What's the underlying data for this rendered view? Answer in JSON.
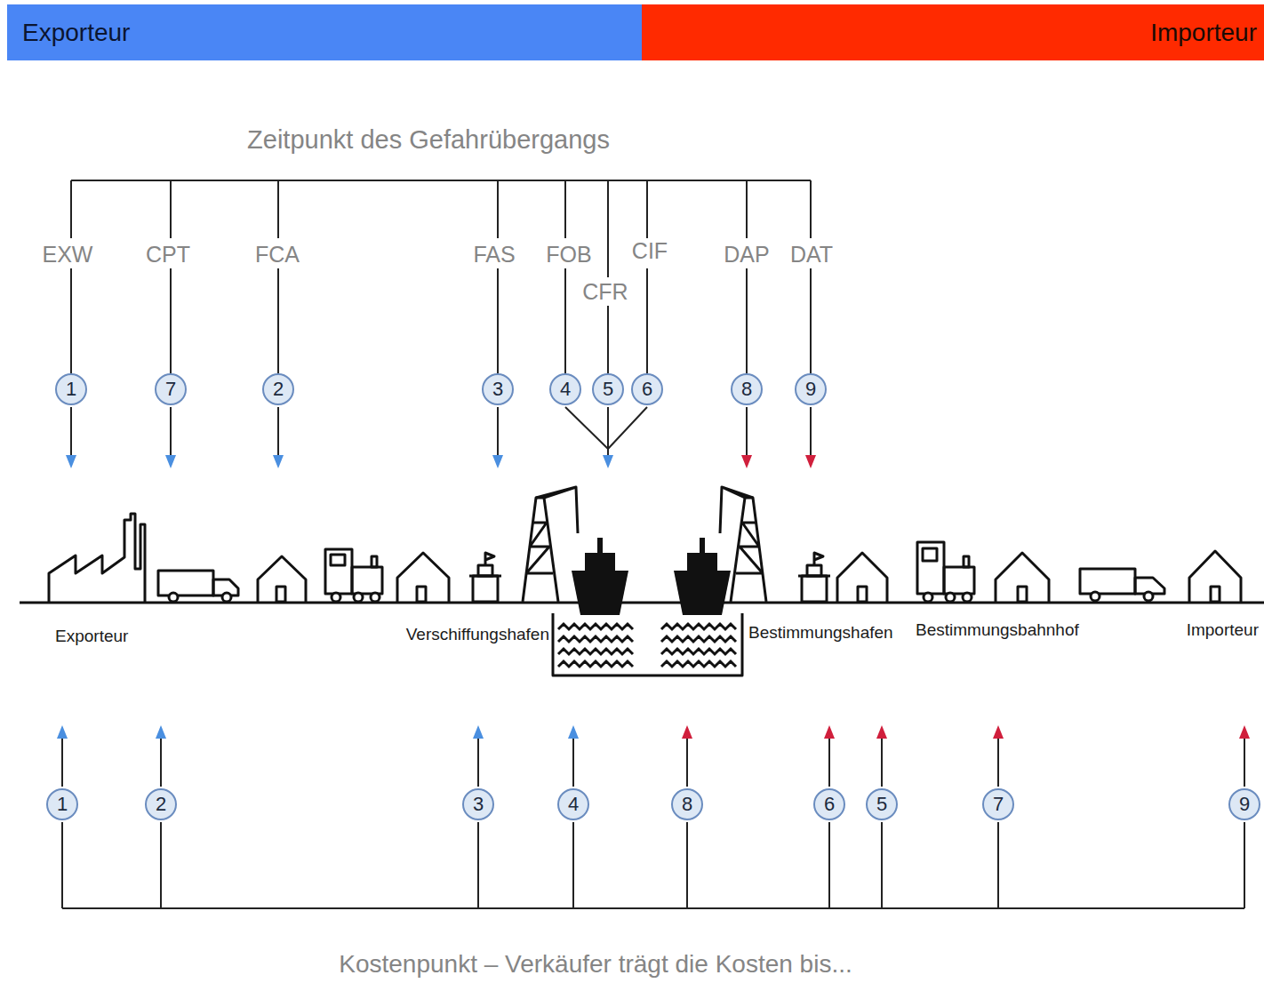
{
  "diagram": {
    "nodes": [
      {
        "text": [
          "Exporteur"
        ]
      },
      {
        "text": [
          "Importeur"
        ]
      },
      {
        "text": [
          "1"
        ]
      },
      {
        "text": [
          "7"
        ]
      },
      {
        "text": [
          "2"
        ]
      },
      {
        "text": [
          "3"
        ]
      },
      {
        "text": [
          "4"
        ]
      },
      {
        "text": [
          "5"
        ]
      },
      {
        "text": [
          "6"
        ]
      },
      {
        "text": [
          "8"
        ]
      },
      {
        "text": [
          "9"
        ]
      },
      {
        "text": [
          "1"
        ]
      },
      {
        "text": [
          "2"
        ]
      },
      {
        "text": [
          "3"
        ]
      },
      {
        "text": [
          "4"
        ]
      },
      {
        "text": [
          "8"
        ]
      },
      {
        "text": [
          "6"
        ]
      },
      {
        "text": [
          "5"
        ]
      },
      {
        "text": [
          "7"
        ]
      },
      {
        "text": [
          "9"
        ]
      }
    ],
    "labels": [
      "Zeitpunkt des Gefahrübergangs",
      "EXW",
      "CPT",
      "FCA",
      "FAS",
      "FOB",
      "CFR",
      "CIF",
      "DAP",
      "DAT",
      "Exporteur",
      "Verschiffungshafen",
      "Bestimmungshafen",
      "Bestimmungsbahnhof",
      "Importeur",
      "Kostenpunkt – Verkäufer trägt die Kosten bis..."
    ]
  }
}
